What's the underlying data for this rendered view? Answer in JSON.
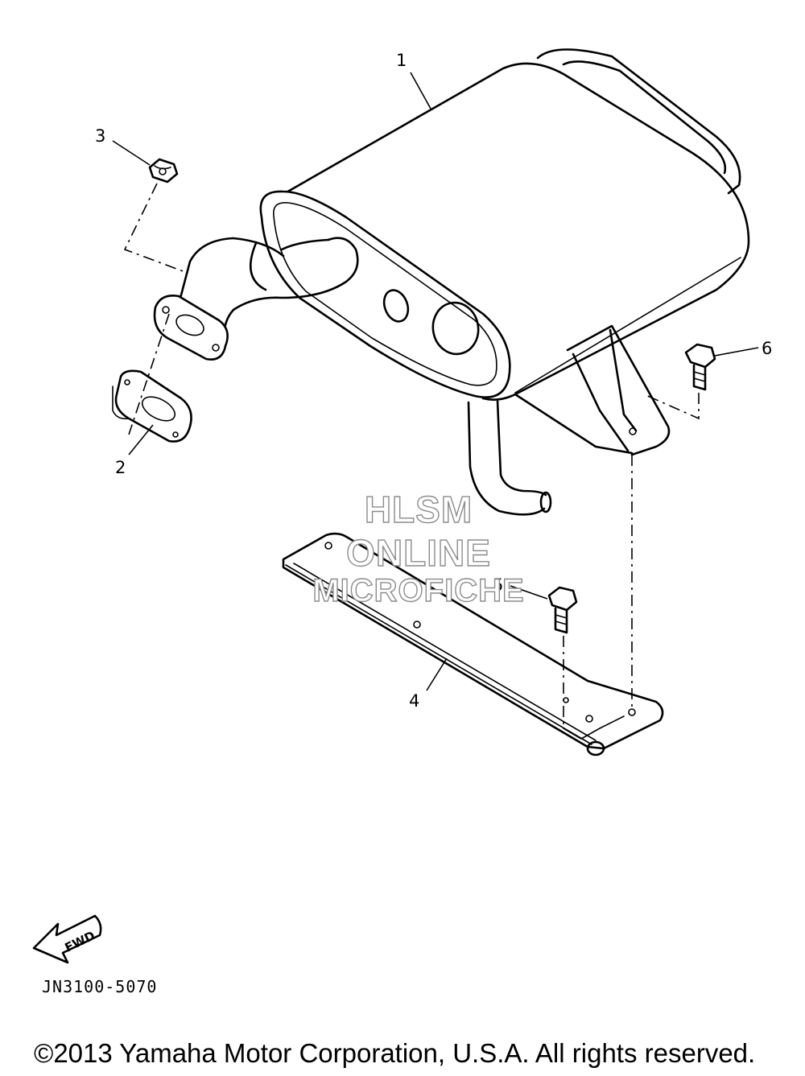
{
  "callouts": [
    {
      "id": "1",
      "label": "1"
    },
    {
      "id": "2",
      "label": "2"
    },
    {
      "id": "3",
      "label": "3"
    },
    {
      "id": "4",
      "label": "4"
    },
    {
      "id": "5",
      "label": "5"
    },
    {
      "id": "6",
      "label": "6"
    }
  ],
  "fwd_arrow": {
    "label": "FWD"
  },
  "watermark": [
    "HLSM",
    "ONLINE",
    "MICROFICHE"
  ],
  "diagram_code": "JN3100-5070",
  "copyright": "©2013 Yamaha Motor Corporation, U.S.A. All rights reserved.",
  "colors": {
    "line": "#000000",
    "background": "#ffffff",
    "watermark_outline": "#8c8c8c"
  }
}
